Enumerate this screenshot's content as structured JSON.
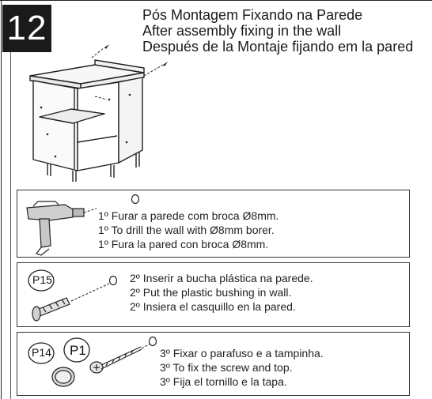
{
  "step": {
    "number": "12"
  },
  "heading": {
    "lines": [
      "Pós Montagem Fixando na Parede",
      "After assembly fixing in the wall",
      "Después de la Montaje fijando em la pared"
    ]
  },
  "steps": [
    {
      "lines": [
        "1º Furar a parede com broca Ø8mm.",
        "1º To drill the wall with Ø8mm borer.",
        "1º Fura la pared con broca Ø8mm."
      ],
      "parts": []
    },
    {
      "lines": [
        "2º Inserir a bucha plástica na parede.",
        "2º Put the plastic bushing in wall.",
        "2º Insiera el casquillo en la pared."
      ],
      "parts": [
        "P15"
      ]
    },
    {
      "lines": [
        "3º Fixar o parafuso e a tampinha.",
        "3º To fix the screw and top.",
        "3º Fija el tornillo e la tapa."
      ],
      "parts": [
        "P14",
        "P1"
      ]
    }
  ]
}
